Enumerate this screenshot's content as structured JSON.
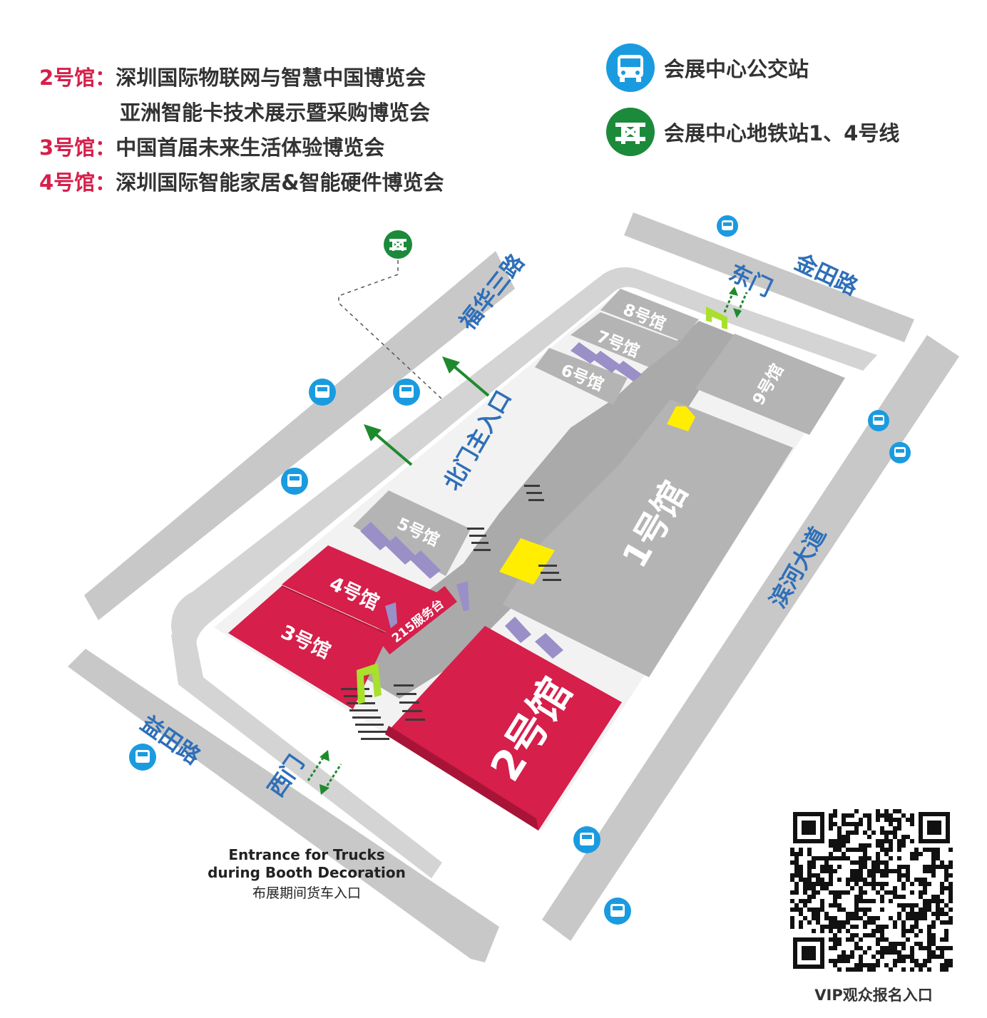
{
  "legend": [
    {
      "hall": "2号馆：",
      "text": "深圳国际物联网与智慧中国博览会"
    },
    {
      "hall": "",
      "text": "亚洲智能卡技术展示暨采购博览会"
    },
    {
      "hall": "3号馆：",
      "text": "中国首届未来生活体验博览会"
    },
    {
      "hall": "4号馆：",
      "text": "深圳国际智能家居&智能硬件博览会"
    }
  ],
  "transit": {
    "bus_label": "会展中心公交站",
    "metro_label": "会展中心地铁站1、4号线"
  },
  "roads": {
    "north": "福华三路",
    "east_north": "金田路",
    "east": "滨河大道",
    "west": "益田路"
  },
  "gates": {
    "north_main": "北门主入口",
    "east": "东门",
    "west": "西门"
  },
  "halls": {
    "h1": "1号馆",
    "h2": "2号馆",
    "h3": "3号馆",
    "h4": "4号馆",
    "h5": "5号馆",
    "h6": "6号馆",
    "h7": "7号馆",
    "h8": "8号馆",
    "h9": "9号馆"
  },
  "service_desk": "215服务台",
  "truck_entrance": {
    "line1": "Entrance for Trucks",
    "line2": "during Booth Decoration",
    "line3": "布展期间货车入口"
  },
  "qr_caption": "VIP观众报名入口",
  "icons": {
    "bus": "bus-icon",
    "metro": "metro-icon",
    "qr": "qr-code"
  },
  "colors": {
    "accent_red": "#d61f4a",
    "road_blue": "#2e6fb8",
    "bus_blue": "#1a9be0",
    "metro_green": "#1b8a3a",
    "hall_gray": "#b4b4b4",
    "road_gray": "#c8c8c8",
    "highlight_yellow": "#ffee00",
    "arrow_green": "#1e8a2e"
  }
}
